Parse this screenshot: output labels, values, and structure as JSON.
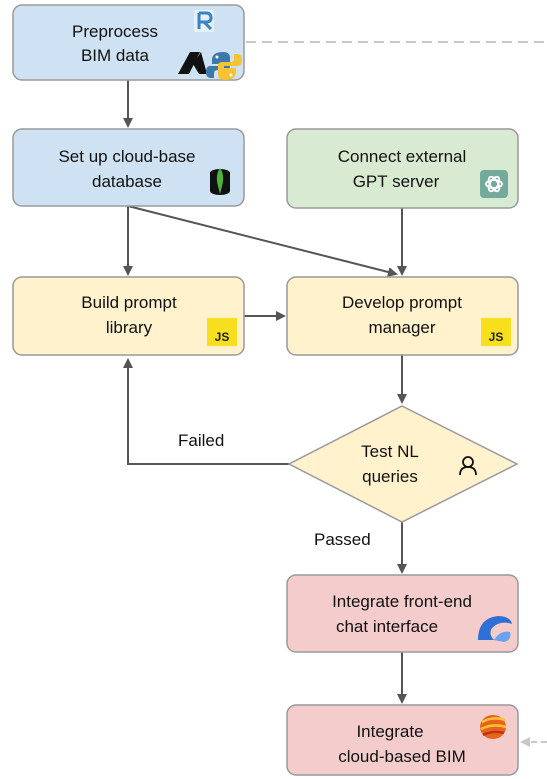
{
  "nodes": {
    "preprocess": {
      "line1": "Preprocess",
      "line2": "BIM data",
      "color": "#cfe2f3",
      "icons": [
        "revit-icon",
        "autodesk-icon",
        "python-icon"
      ]
    },
    "database": {
      "line1": "Set up cloud-base",
      "line2": "database",
      "color": "#cfe2f3",
      "icons": [
        "mongodb-icon"
      ]
    },
    "gpt": {
      "line1": "Connect external",
      "line2": "GPT server",
      "color": "#d9ead3",
      "icons": [
        "openai-icon"
      ]
    },
    "prompt_library": {
      "line1": "Build prompt",
      "line2": "library",
      "color": "#fff2cc",
      "icons": [
        "javascript-icon"
      ],
      "badge": "JS"
    },
    "prompt_manager": {
      "line1": "Develop prompt",
      "line2": "manager",
      "color": "#fff2cc",
      "icons": [
        "javascript-icon"
      ],
      "badge": "JS"
    },
    "test": {
      "line1": "Test NL",
      "line2": "queries",
      "color": "#fff2cc",
      "icons": [
        "user-icon"
      ]
    },
    "frontend": {
      "line1": "Integrate front-end",
      "line2": "chat interface",
      "color": "#f4cccc",
      "icons": [
        "chat-app-icon"
      ]
    },
    "bim": {
      "line1": "Integrate",
      "line2": "cloud-based BIM",
      "color": "#f4cccc",
      "icons": [
        "bim-viewer-icon"
      ]
    }
  },
  "edge_labels": {
    "failed": "Failed",
    "passed": "Passed"
  },
  "colors": {
    "node_border": "#999999",
    "arrow": "#555555",
    "dashed": "#c8c8c8",
    "js_badge": "#f7df1e"
  }
}
